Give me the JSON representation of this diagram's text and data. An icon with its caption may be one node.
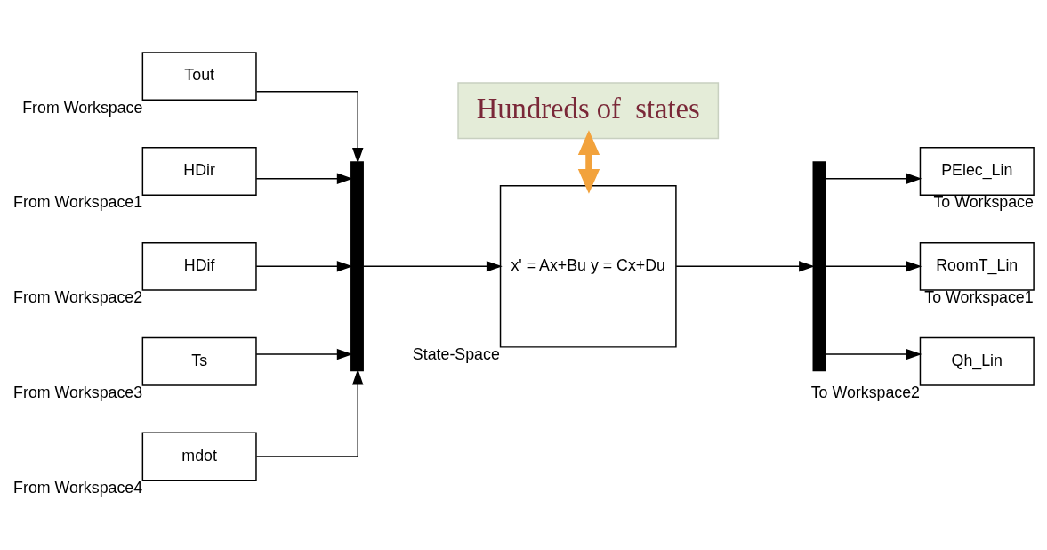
{
  "diagram": {
    "nodes": [
      {
        "text": [
          "Tout"
        ],
        "beside": [
          "From Workspace"
        ]
      },
      {
        "text": [
          "HDir"
        ],
        "beside": [
          "From Workspace1"
        ]
      },
      {
        "text": [
          "HDif"
        ],
        "beside": [
          "From Workspace2"
        ]
      },
      {
        "text": [
          "Ts"
        ],
        "beside": [
          "From Workspace3"
        ]
      },
      {
        "text": [
          "mdot"
        ],
        "beside": [
          "From Workspace4"
        ]
      },
      {
        "text": [],
        "shape": "bar"
      },
      {
        "text": [
          "x' = Ax+Bu y = Cx+Du"
        ],
        "beside": [
          "State-Space"
        ]
      },
      {
        "text": [],
        "shape": "bar"
      },
      {
        "text": [
          "PElec_Lin"
        ],
        "beside": [
          "To Workspace"
        ]
      },
      {
        "text": [
          "RoomT_Lin"
        ],
        "beside": [
          "To Workspace1"
        ]
      },
      {
        "text": [
          "Qh_Lin"
        ],
        "beside": [
          "To Workspace2"
        ]
      },
      {
        "text": [
          "Hundreds of  states"
        ]
      }
    ],
    "edges": [
      {
        "from": 0,
        "to": 5,
        "arrow": "to"
      },
      {
        "from": 1,
        "to": 5,
        "arrow": "to"
      },
      {
        "from": 2,
        "to": 5,
        "arrow": "to"
      },
      {
        "from": 3,
        "to": 5,
        "arrow": "to"
      },
      {
        "from": 4,
        "to": 5,
        "arrow": "to"
      },
      {
        "from": 5,
        "to": 6,
        "arrow": "to"
      },
      {
        "from": 6,
        "to": 7,
        "arrow": "to"
      },
      {
        "from": 7,
        "to": 8,
        "arrow": "to"
      },
      {
        "from": 7,
        "to": 9,
        "arrow": "to"
      },
      {
        "from": 7,
        "to": 10,
        "arrow": "to"
      },
      {
        "from": 11,
        "to": 6,
        "arrow": "both",
        "style": "thick",
        "color": "#f2a23c"
      }
    ]
  }
}
